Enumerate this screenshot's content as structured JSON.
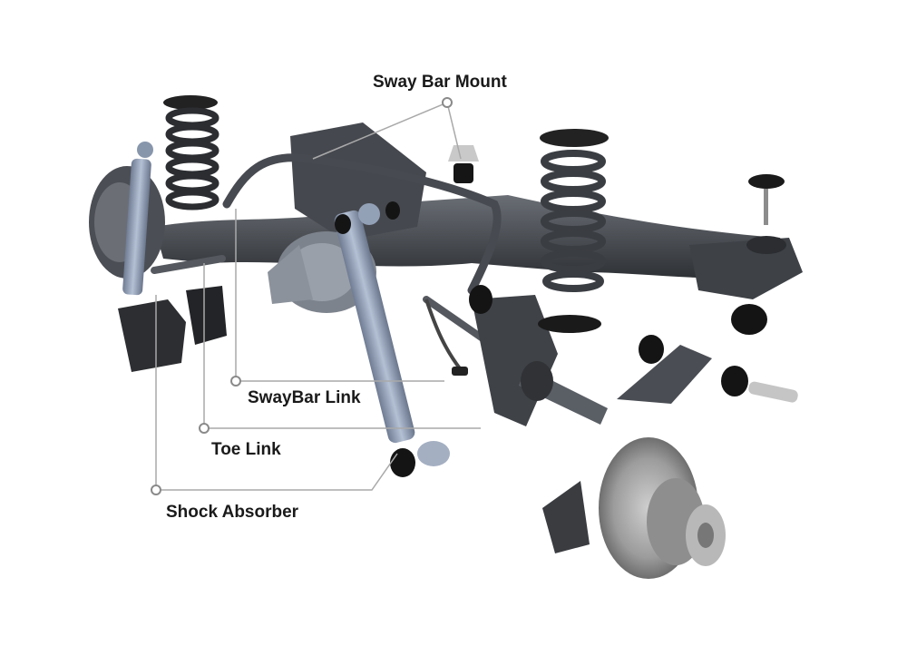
{
  "callouts": {
    "sway_bar_mount": "Sway Bar Mount",
    "swaybar_link": "SwayBar Link",
    "toe_link": "Toe Link",
    "shock_absorber": "Shock Absorber"
  },
  "colors": {
    "leader_line": "#a9a9a9",
    "leader_dot": "#8a8a8a",
    "metal_dark": "#3a3d42",
    "metal_mid": "#5b5f66",
    "shock_body": "#8f9db4",
    "rubber": "#141414",
    "rotor": "#9a9a9a"
  }
}
